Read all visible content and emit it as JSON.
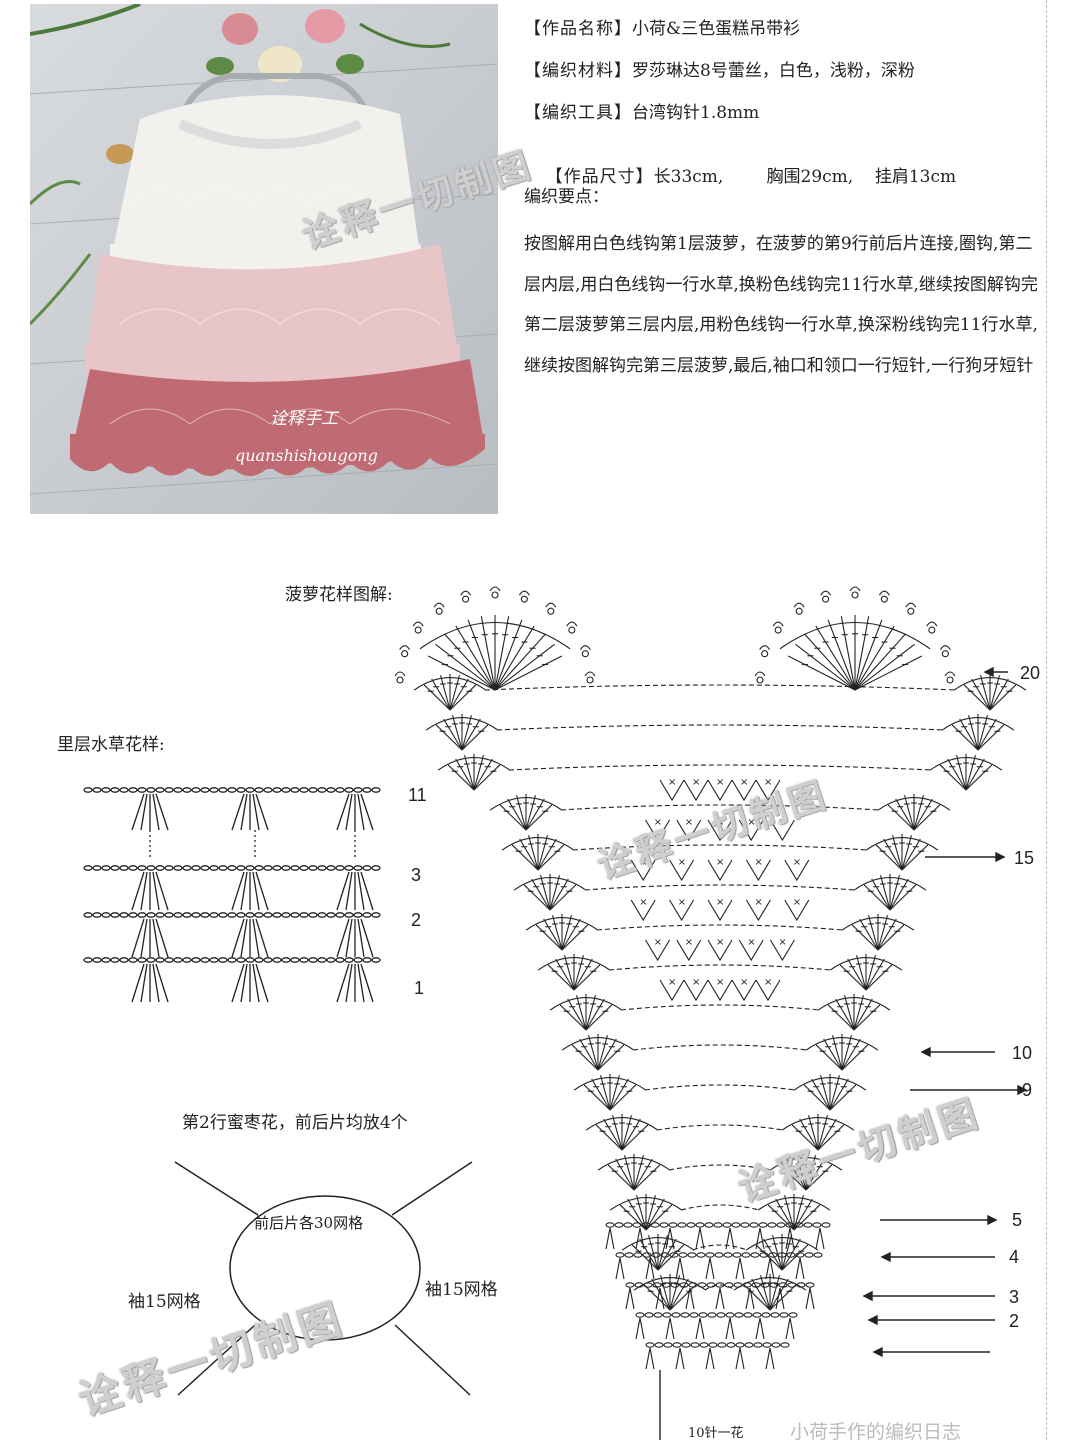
{
  "info": {
    "name_key": "【作品名称】",
    "name_val": "小荷&三色蛋糕吊带衫",
    "material_key": "【编织材料】",
    "material_val": "罗莎琳达8号蕾丝，白色，浅粉，深粉",
    "tool_key": "【编织工具】",
    "tool_val": "台湾钩针1.8mm",
    "size_key": "【作品尺寸】",
    "size_val": "长33cm,        胸围29cm,    挂肩13cm",
    "points_heading": "编织要点：",
    "points_text": "按图解用白色线钩第1层菠萝，在菠萝的第9行前后片连接,圈钩,第二层内层,用白色线钩一行水草,换粉色线钩完11行水草,继续按图解钩完第二层菠萝第三层内层,用粉色线钩一行水草,换深粉线钩完11行水草,继续按图解钩完第三层菠萝,最后,袖口和领口一行短针,一行狗牙短针"
  },
  "photo": {
    "watermark": "诠释手工",
    "watermark_sub": "quanshishougong"
  },
  "pineapple_title": "菠萝花样图解:",
  "inner_title": "里层水草花样:",
  "inner_rows": [
    "11",
    "3",
    "2",
    "1"
  ],
  "row2_note": "第2行蜜枣花，前后片均放4个",
  "oval_label": "前后片各30网格",
  "sleeve_left": "袖15网格",
  "sleeve_right": "袖15网格",
  "chart_rows": [
    "20",
    "15",
    "10",
    "9",
    "5",
    "4",
    "3",
    "2"
  ],
  "bottom_note": "10针一花",
  "wechat_footer": "小荷手作的编织日志",
  "watermark": "诠释一切制图"
}
